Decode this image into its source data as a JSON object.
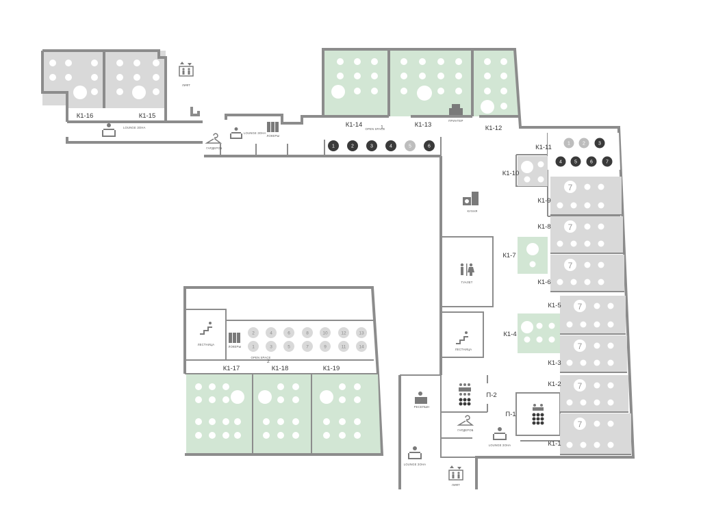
{
  "colors": {
    "wall": "#8c8c8c",
    "grey_office": "#d9d9d9",
    "green_office": "#d2e6d4",
    "seat": "#ffffff",
    "dark_seat": "#3a3a3a",
    "light_seat": "#bdbdbd",
    "icon": "#7a7a7a"
  },
  "rooms": {
    "k1_1": {
      "label": "К1-1",
      "capacity": "7",
      "color": "grey"
    },
    "k1_2": {
      "label": "К1-2",
      "capacity": "7",
      "color": "grey"
    },
    "k1_3": {
      "label": "К1-3",
      "capacity": "7",
      "color": "grey"
    },
    "k1_4": {
      "label": "К1-4",
      "capacity": "6",
      "color": "green"
    },
    "k1_5": {
      "label": "К1-5",
      "capacity": "7",
      "color": "grey"
    },
    "k1_6": {
      "label": "К1-6",
      "capacity": "7",
      "color": "grey"
    },
    "k1_7": {
      "label": "К1-7",
      "capacity": "2",
      "color": "green"
    },
    "k1_8": {
      "label": "К1-8",
      "capacity": "7",
      "color": "grey"
    },
    "k1_9": {
      "label": "К1-9",
      "capacity": "7",
      "color": "grey"
    },
    "k1_10": {
      "label": "К1-10",
      "capacity": "4",
      "color": "grey"
    },
    "k1_11": {
      "label": "К1-11"
    },
    "k1_12": {
      "label": "К1-12",
      "capacity": "8",
      "color": "green"
    },
    "k1_13": {
      "label": "К1-13",
      "capacity": "11",
      "color": "green"
    },
    "k1_14": {
      "label": "К1-14",
      "capacity": "9",
      "color": "green"
    },
    "k1_15": {
      "label": "К1-15",
      "capacity": "9",
      "color": "grey"
    },
    "k1_16": {
      "label": "К1-16",
      "capacity": "8",
      "color": "grey"
    },
    "k1_17": {
      "label": "К1-17",
      "capacity": "12",
      "color": "green"
    },
    "k1_18": {
      "label": "К1-18",
      "capacity": "12",
      "color": "green"
    },
    "k1_19": {
      "label": "К1-19",
      "capacity": "12",
      "color": "green"
    },
    "p_1": {
      "label": "П-1"
    },
    "p_2": {
      "label": "П-2"
    }
  },
  "open_space_1": {
    "label": "OPEN SPACE",
    "number": "1",
    "seats": [
      "1",
      "2",
      "3",
      "4",
      "5",
      "6"
    ],
    "seat_states": [
      "dark",
      "dark",
      "dark",
      "dark",
      "light",
      "dark"
    ]
  },
  "k1_11_seats": {
    "top_row": [
      "1",
      "2",
      "3"
    ],
    "top_states": [
      "light",
      "light",
      "dark"
    ],
    "bottom_row": [
      "4",
      "5",
      "6",
      "7"
    ],
    "bottom_states": [
      "dark",
      "dark",
      "dark",
      "dark"
    ]
  },
  "open_space_2": {
    "label": "OPEN SPACE",
    "number": "2",
    "top_row": [
      "2",
      "4",
      "6",
      "8",
      "10",
      "12",
      "13"
    ],
    "bottom_row": [
      "1",
      "3",
      "5",
      "7",
      "9",
      "11",
      "14"
    ]
  },
  "amenities": {
    "lift_top": {
      "label": "ЛИФТ",
      "icon": "elevator-icon"
    },
    "lift_bottom": {
      "label": "ЛИФТ",
      "icon": "elevator-icon"
    },
    "lounge_top": {
      "label": "LOUNGE ЗОНА",
      "icon": "armchair-icon"
    },
    "lounge_mid": {
      "label": "LOUNGE ЗОНА",
      "icon": "armchair-icon"
    },
    "lounge_right": {
      "label": "LOUNGE ЗОНА",
      "icon": "armchair-icon"
    },
    "lounge_bottom": {
      "label": "LOUNGE ЗОНА",
      "icon": "armchair-icon"
    },
    "wardrobe_top": {
      "label": "ГАРДЕРОБ",
      "icon": "hanger-icon"
    },
    "wardrobe_bottom": {
      "label": "ГАРДЕРОБ",
      "icon": "hanger-icon"
    },
    "lockers_top": {
      "label": "ЛОКЕРЫ",
      "icon": "locker-icon"
    },
    "lockers_os2": {
      "label": "ЛОКЕРЫ",
      "icon": "locker-icon"
    },
    "printer": {
      "label": "ПРИНТЕР",
      "icon": "printer-icon"
    },
    "kitchen": {
      "label": "КУХНЯ",
      "icon": "kitchen-icon"
    },
    "toilet": {
      "label": "ТУАЛЕТ",
      "icon": "toilet-icon"
    },
    "stairs_right": {
      "label": "ЛЕСТНИЦА",
      "icon": "stairs-icon"
    },
    "stairs_left": {
      "label": "ЛЕСТНИЦА",
      "icon": "stairs-icon"
    },
    "reception": {
      "label": "РЕСЕПШН",
      "icon": "reception-icon"
    },
    "meeting_icon": "meeting-table-icon"
  }
}
